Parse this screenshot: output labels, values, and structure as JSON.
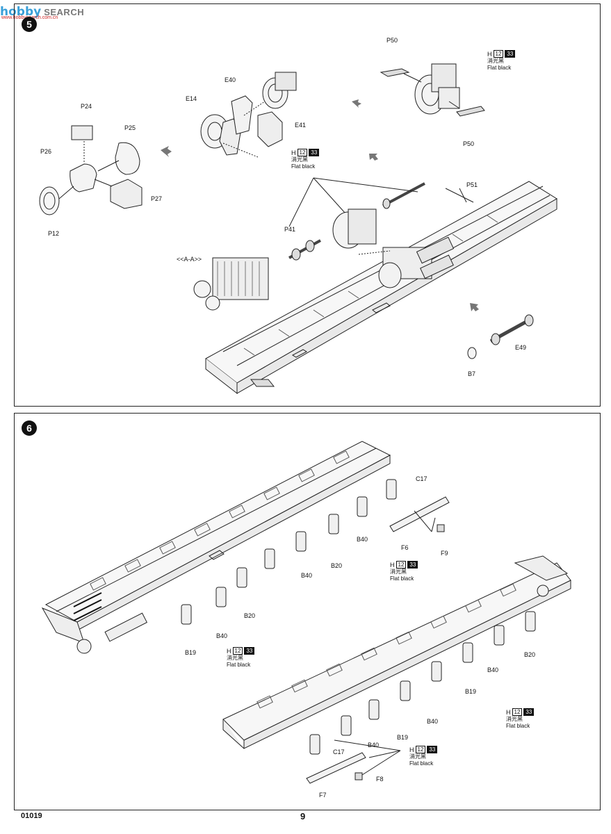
{
  "watermark": {
    "logo": "hobby",
    "site": "SEARCH",
    "url": "www.hobbysearch.com.cn"
  },
  "step5": {
    "number": "5",
    "labels": {
      "P24": "P24",
      "P25": "P25",
      "P26": "P26",
      "P27": "P27",
      "P12": "P12",
      "E40": "E40",
      "E14": "E14",
      "E41": "E41",
      "P50a": "P50",
      "P50b": "P50",
      "P51": "P51",
      "P41": "P41",
      "E49": "E49",
      "B7": "B7",
      "section": "<<A-A>>"
    },
    "paint1": {
      "letter": "H",
      "num1": "12",
      "num2": "33",
      "chinese": "消光黑",
      "english": "Flat black"
    },
    "paint2": {
      "letter": "H",
      "num1": "12",
      "num2": "33",
      "chinese": "消光黑",
      "english": "Flat black"
    }
  },
  "step6": {
    "number": "6",
    "labels": {
      "C17a": "C17",
      "F6": "F6",
      "F9": "F9",
      "B40a": "B40",
      "B20a": "B20",
      "B40b": "B40",
      "B20b": "B20",
      "B40c": "B40",
      "B19a": "B19",
      "B20c": "B20",
      "B40d": "B40",
      "B19b": "B19",
      "B40e": "B40",
      "B19c": "B19",
      "B40f": "B40",
      "C17b": "C17",
      "F8": "F8",
      "F7": "F7"
    },
    "paint1": {
      "letter": "H",
      "num1": "12",
      "num2": "33",
      "chinese": "消光黑",
      "english": "Flat black"
    },
    "paint2": {
      "letter": "H",
      "num1": "12",
      "num2": "33",
      "chinese": "消光黑",
      "english": "Flat black"
    },
    "paint3": {
      "letter": "H",
      "num1": "12",
      "num2": "33",
      "chinese": "消光黑",
      "english": "Flat black"
    },
    "paint4": {
      "letter": "H",
      "num1": "12",
      "num2": "33",
      "chinese": "消光黑",
      "english": "Flat black"
    }
  },
  "footer": {
    "code": "01019",
    "page": "9"
  }
}
